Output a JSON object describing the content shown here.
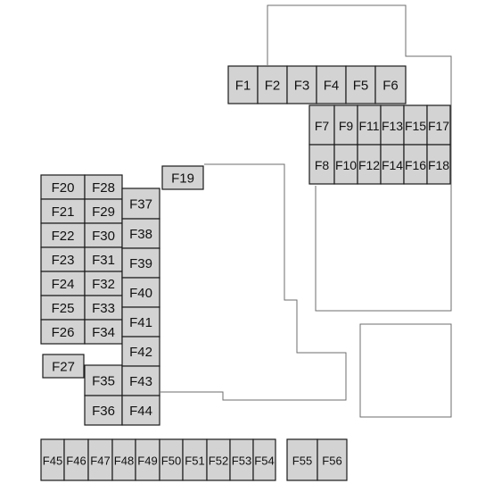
{
  "fuse_box": {
    "fuse_fill": "#d3d3d3",
    "fuse_stroke": "#1a1a1a",
    "outline_color": "#6e6e6e",
    "fuses": [
      "F1",
      "F2",
      "F3",
      "F4",
      "F5",
      "F6",
      "F7",
      "F8",
      "F9",
      "F10",
      "F11",
      "F12",
      "F13",
      "F14",
      "F15",
      "F16",
      "F17",
      "F18",
      "F19",
      "F20",
      "F21",
      "F22",
      "F23",
      "F24",
      "F25",
      "F26",
      "F27",
      "F28",
      "F29",
      "F30",
      "F31",
      "F32",
      "F33",
      "F34",
      "F35",
      "F36",
      "F37",
      "F38",
      "F39",
      "F40",
      "F41",
      "F42",
      "F43",
      "F44",
      "F45",
      "F46",
      "F47",
      "F48",
      "F49",
      "F50",
      "F51",
      "F52",
      "F53",
      "F54",
      "F55",
      "F56"
    ]
  }
}
